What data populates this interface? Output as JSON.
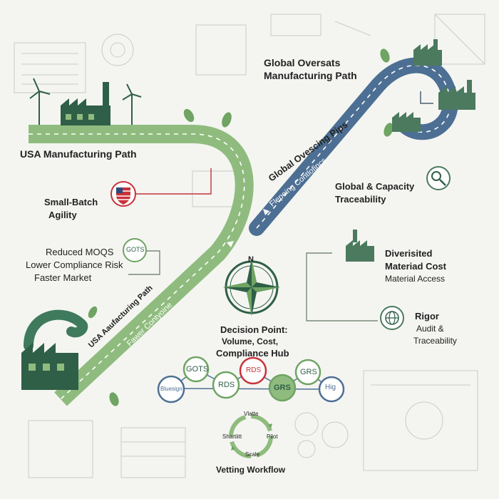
{
  "usa_path": {
    "title": "USA Manufacturing Path",
    "road_label_1": "USA Aaufacturing Path",
    "road_label_2": "Fawer Contyoine",
    "small_batch": "Small-Batch",
    "agility": "Agility",
    "reduced_moqs": "Reduced MOQS",
    "lower_compliance": "Lower Compliance Risk",
    "faster_market": "Faster Market",
    "badge": "GOTS"
  },
  "global_path": {
    "title_1": "Global Oversats",
    "title_2": "Manufacturing Path",
    "road_label_1": "Global Ovescing Pips",
    "road_label_2": "Flepeing Contlofincs",
    "capacity_1": "Global & Capacity",
    "capacity_2": "Traceability",
    "diversified_1": "Diverisited",
    "diversified_2": "Materiad Cost",
    "material_access": "Material Access",
    "rigor": "Rigor",
    "audit": "Audit &",
    "traceability": "Traceability"
  },
  "decision": {
    "compass_n": "N",
    "line_1": "Decision Point:",
    "line_2": "Volume, Cost,",
    "line_3": "Compliance Hub"
  },
  "certifications": [
    {
      "label": "GOTS"
    },
    {
      "label": "Bluesign"
    },
    {
      "label": "RDS"
    },
    {
      "label": "RDS"
    },
    {
      "label": "GRS"
    },
    {
      "label": "GRS"
    },
    {
      "label": "Hig"
    }
  ],
  "workflow": {
    "top": "Vlatte",
    "left": "Shartiitt",
    "right": "Pilot",
    "bottom": "Scale",
    "title": "Vetting Workflow"
  },
  "colors": {
    "green_road": "#8fbc7e",
    "blue_road": "#4d6f94",
    "dark_green": "#2f5f47",
    "red_accent": "#c8323a"
  }
}
